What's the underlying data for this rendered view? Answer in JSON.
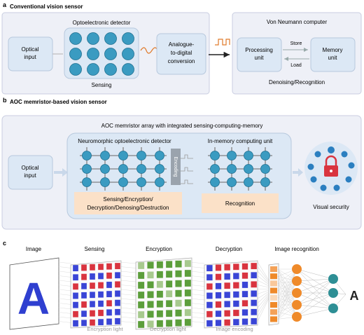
{
  "panel_a": {
    "letter": "a",
    "title": "Conventional vision sensor",
    "optical_input": [
      "Optical",
      "input"
    ],
    "detector_label": "Optoelectronic detector",
    "sensing_label": "Sensing",
    "adc_label": [
      "Analogue-",
      "to-digital",
      "conversion"
    ],
    "computer_label": "Von Neumann computer",
    "processing_unit": [
      "Processing",
      "unit"
    ],
    "memory_unit": [
      "Memory",
      "unit"
    ],
    "store": "Store",
    "load": "Load",
    "denoise": "Denoising/Recognition"
  },
  "panel_b": {
    "letter": "b",
    "title": "AOC memristor-based vision sensor",
    "array_label": "AOC memristor array with integrated sensing-computing-memory",
    "optical_input": [
      "Optical",
      "input"
    ],
    "neuro_label": "Neuromorphic optoelectronic detector",
    "inmemory_label": "In-memory computing unit",
    "encoding": "Encoding",
    "functions": [
      "Sensing/Encryption/",
      "Decryption/Denosing/Destruction"
    ],
    "recognition": "Recognition",
    "visual_security": "Visual security"
  },
  "panel_c": {
    "letter": "c",
    "stages": [
      "Image",
      "Sensing",
      "Encryption",
      "Decryption",
      "Image recognition"
    ],
    "light_labels": [
      "Encryption light",
      "Decryption light",
      "Image encoding"
    ],
    "output": "A",
    "image_letter": "A"
  },
  "colors": {
    "panel_fill": "#eef0f7",
    "box_fill": "#dce8f5",
    "dot": "#3a9bc1",
    "peach": "#fbe1c8",
    "red": "#d9343f",
    "blue": "#3a45d6",
    "green": "#5c9e3b",
    "orange": "#ef8a2a",
    "teal": "#2e8f95"
  }
}
